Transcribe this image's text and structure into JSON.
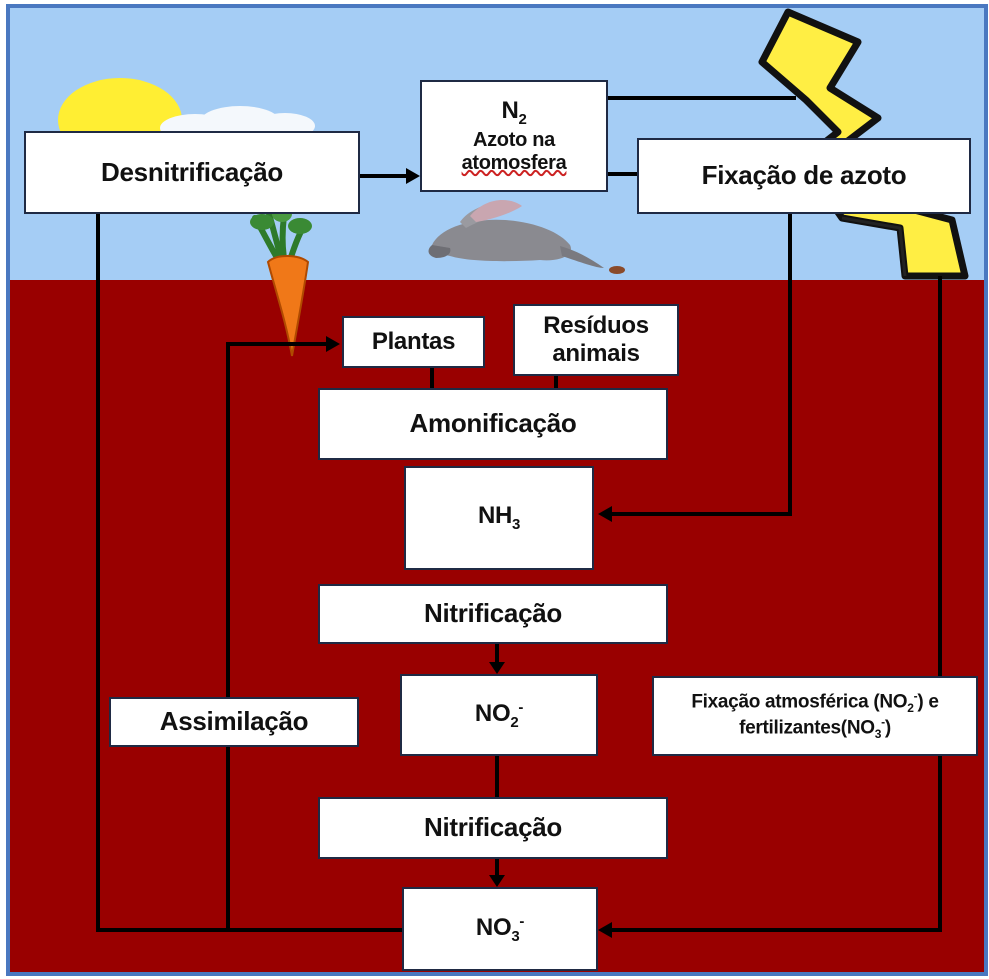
{
  "colors": {
    "sky": "#a5cdf5",
    "soil": "#990000",
    "frame": "#4a78c0",
    "box_fill": "#ffffff",
    "line": "#000000",
    "sun": "#ffee33",
    "lightning": "#ffee44"
  },
  "icons": [
    "sun-icon",
    "cloud-icon",
    "lightning-icon",
    "carrot-icon",
    "rabbit-icon"
  ],
  "nodes": {
    "denitrification": "Desnitrificação",
    "n2_formula": "N",
    "n2_sub": "2",
    "n2_line1": "Azoto na",
    "n2_line2": "atomosfera",
    "fixation": "Fixação de azoto",
    "plants": "Plantas",
    "residues_line1": "Resíduos",
    "residues_line2": "animais",
    "ammonification": "Amonificação",
    "nh3_formula": "NH",
    "nh3_sub": "3",
    "nitrification_1": "Nitrificação",
    "no2_formula": "NO",
    "no2_sub": "2",
    "no2_sup": "-",
    "assimilation": "Assimilação",
    "atm_fix_part1": "Fixação atmosférica (NO",
    "atm_fix_sub1": "2",
    "atm_fix_sup1": "-",
    "atm_fix_part2": ") e",
    "atm_fix_part3": "fertilizantes(NO",
    "atm_fix_sub2": "3",
    "atm_fix_sup2": "-",
    "atm_fix_part4": ")",
    "nitrification_2": "Nitrificação",
    "no3_formula": "NO",
    "no3_sub": "3",
    "no3_sup": "-"
  }
}
